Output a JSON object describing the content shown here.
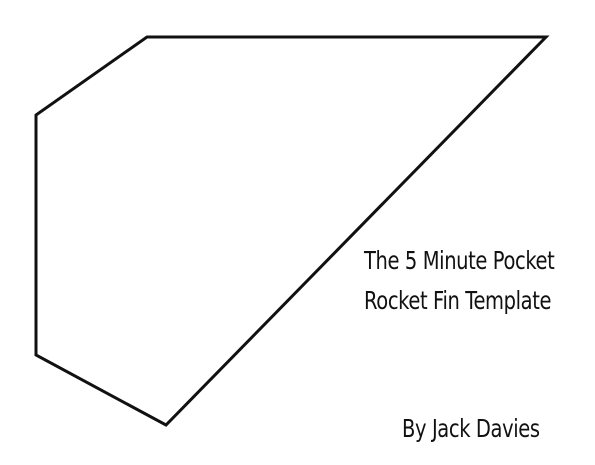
{
  "template": {
    "title_line_1": "The 5 Minute Pocket",
    "title_line_2": "Rocket Fin Template",
    "author": "By Jack Davies",
    "colors": {
      "background": "#ffffff",
      "outline": "#111111",
      "text": "#111111"
    }
  }
}
